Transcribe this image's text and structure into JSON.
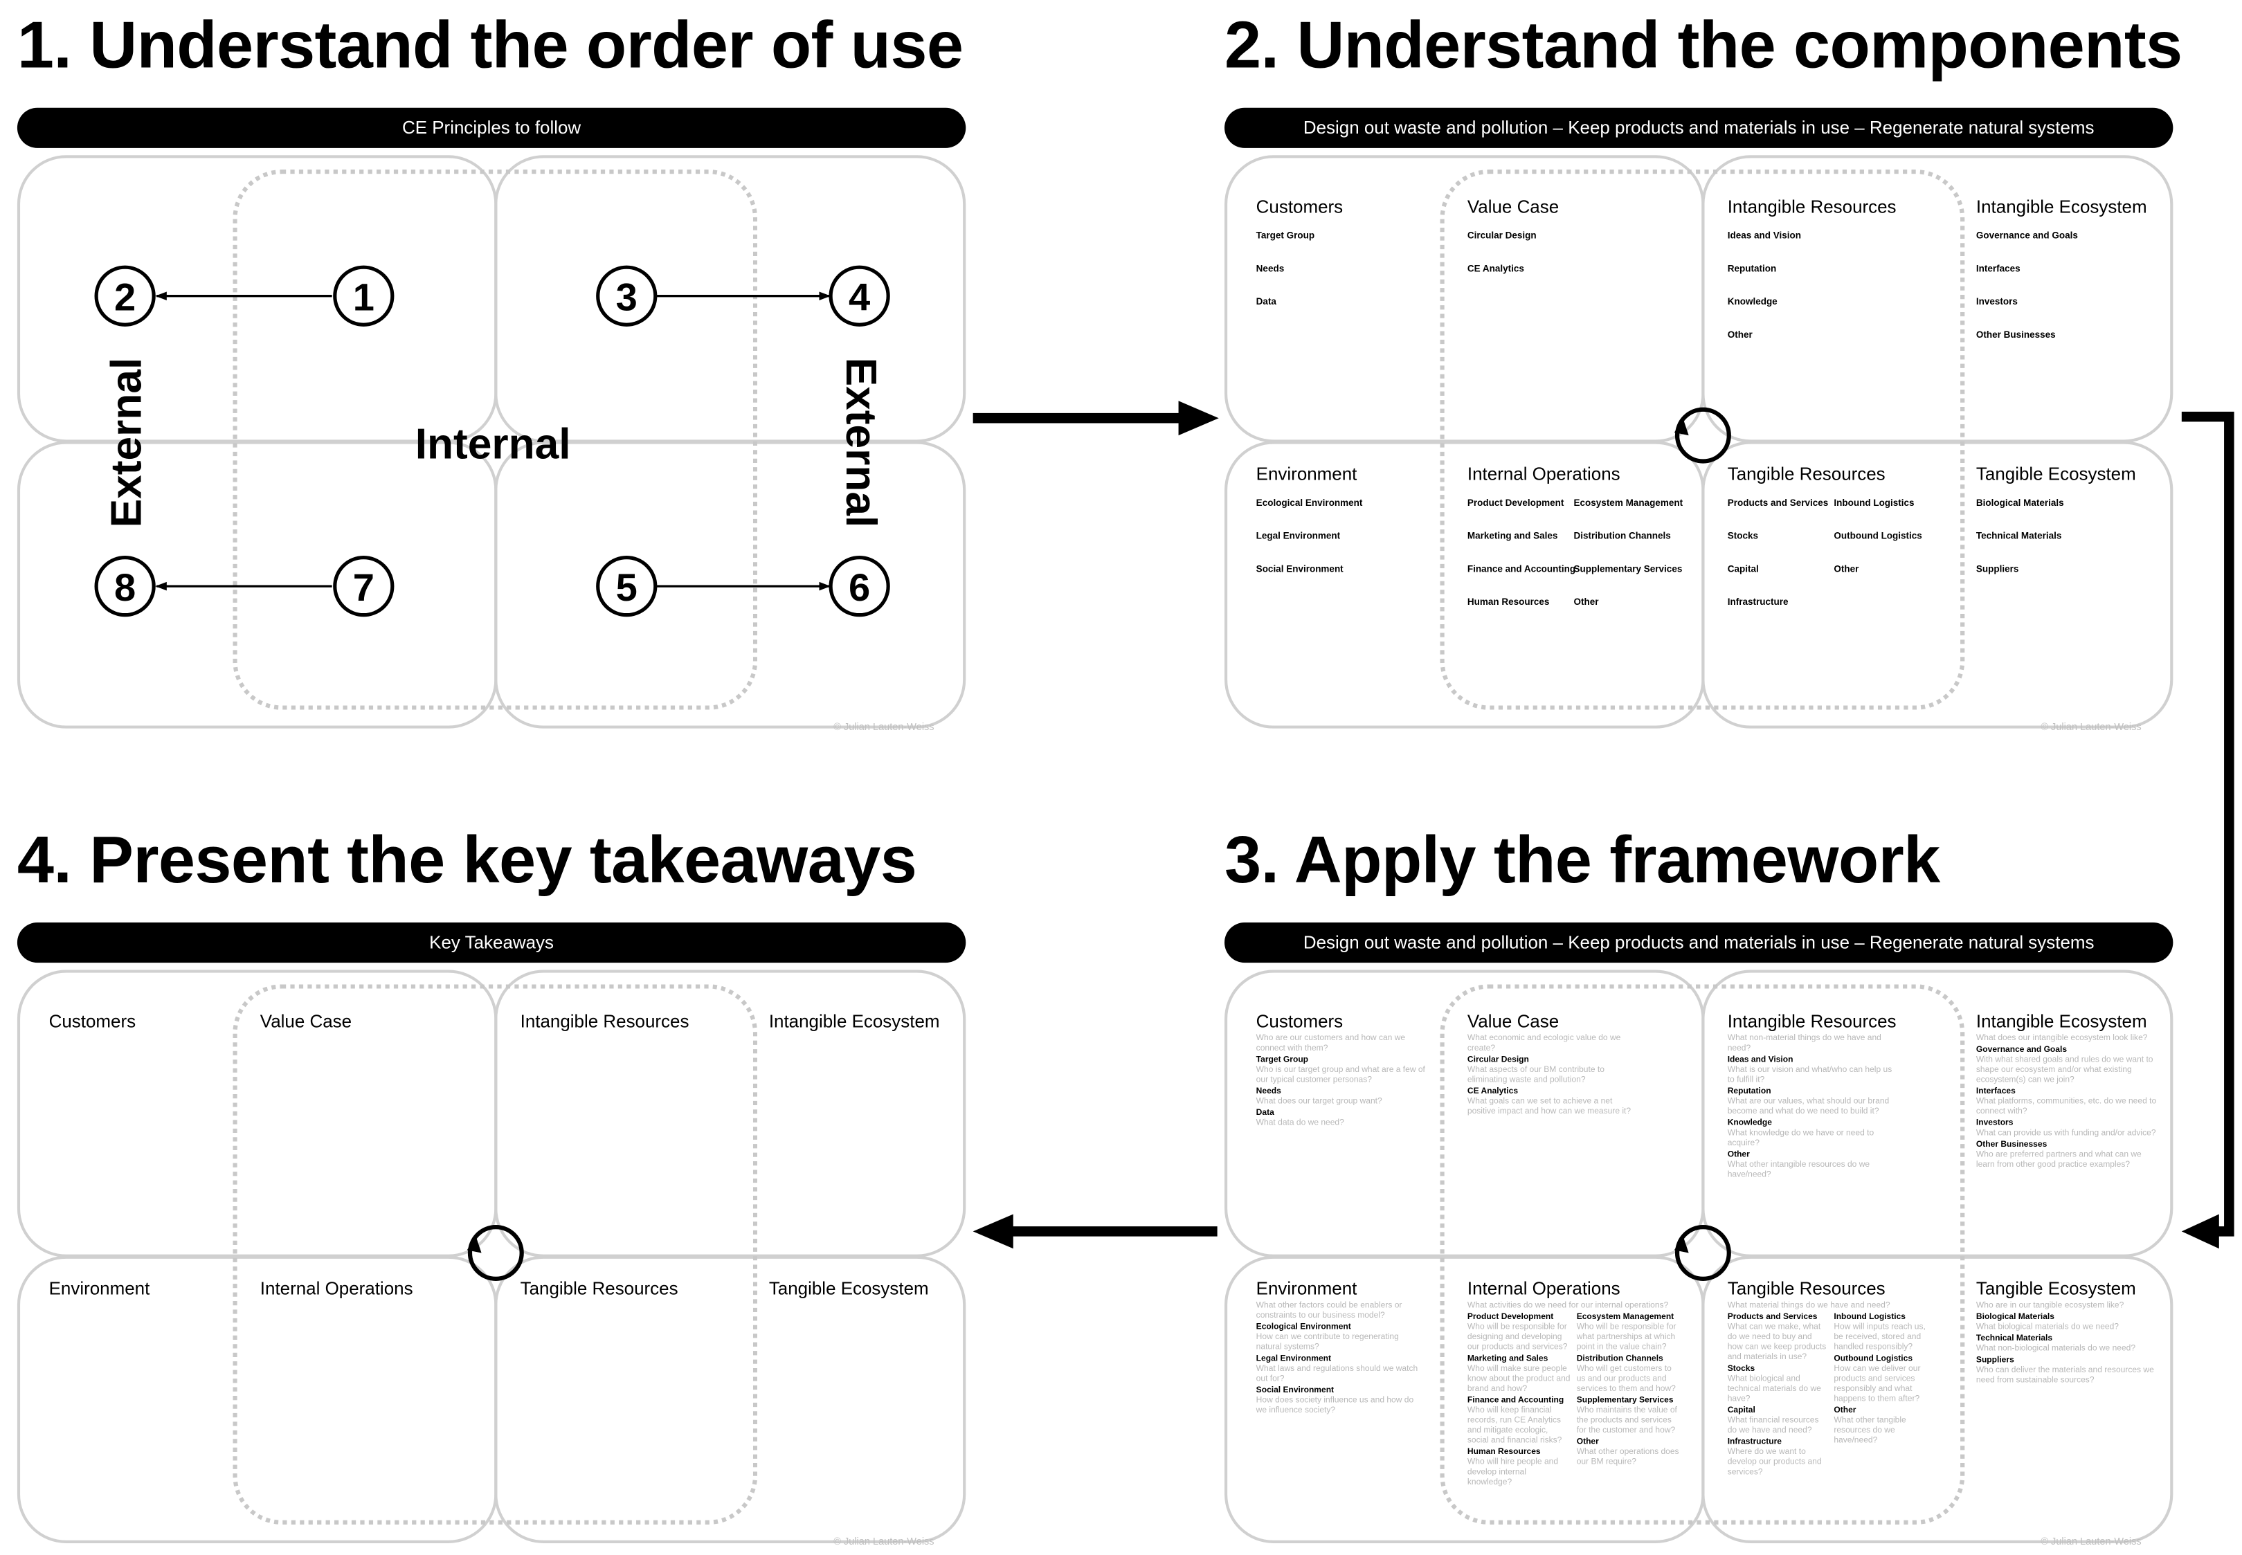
{
  "steps": {
    "s1": "1. Understand the order of use",
    "s2": "2. Understand the components",
    "s3": "3. Apply the framework",
    "s4": "4. Present the key takeaways"
  },
  "bars": {
    "p1": "CE Principles to follow",
    "p2": "Design out waste and pollution – Keep products and materials in use – Regenerate natural systems",
    "p3": "Design out waste and pollution – Keep products and materials in use – Regenerate natural systems",
    "p4": "Key Takeaways"
  },
  "order": {
    "nodes": [
      "1",
      "2",
      "3",
      "4",
      "5",
      "6",
      "7",
      "8"
    ],
    "external_left": "External",
    "external_right": "External",
    "internal": "Internal"
  },
  "copyright": "© Julian Lauten-Weiss",
  "components": {
    "customers": {
      "title": "Customers",
      "items": [
        "Target Group",
        "Needs",
        "Data"
      ]
    },
    "value_case": {
      "title": "Value Case",
      "items": [
        "Circular Design",
        "CE Analytics"
      ]
    },
    "intangible_resources": {
      "title": "Intangible Resources",
      "items": [
        "Ideas and Vision",
        "Reputation",
        "Knowledge",
        "Other"
      ]
    },
    "intangible_ecosystem": {
      "title": "Intangible Ecosystem",
      "items": [
        "Governance and Goals",
        "Interfaces",
        "Investors",
        "Other Businesses"
      ]
    },
    "environment": {
      "title": "Environment",
      "items": [
        "Ecological Environment",
        "Legal Environment",
        "Social Environment"
      ]
    },
    "internal_operations": {
      "title": "Internal Operations",
      "col1": [
        "Product Development",
        "Marketing and Sales",
        "Finance and Accounting",
        "Human Resources"
      ],
      "col2": [
        "Ecosystem Management",
        "Distribution Channels",
        "Supplementary Services",
        "Other"
      ]
    },
    "tangible_resources": {
      "title": "Tangible Resources",
      "col1": [
        "Products and Services",
        "Stocks",
        "Capital",
        "Infrastructure"
      ],
      "col2": [
        "Inbound Logistics",
        "Outbound Logistics",
        "Other"
      ]
    },
    "tangible_ecosystem": {
      "title": "Tangible Ecosystem",
      "items": [
        "Biological Materials",
        "Technical Materials",
        "Suppliers"
      ]
    }
  },
  "framework": {
    "customers": {
      "title": "Customers",
      "q": "Who are our customers and how can we connect with them?",
      "items": [
        {
          "n": "Target Group",
          "q": "Who is our target group and what are a few of our typical customer personas?"
        },
        {
          "n": "Needs",
          "q": "What does our target group want?"
        },
        {
          "n": "Data",
          "q": "What data do we need?"
        }
      ]
    },
    "value_case": {
      "title": "Value Case",
      "q": "What economic and ecologic value do we create?",
      "items": [
        {
          "n": "Circular Design",
          "q": "What aspects of our BM contribute to eliminating waste and pollution?"
        },
        {
          "n": "CE Analytics",
          "q": "What goals can we set to achieve a net positive impact and how can we measure it?"
        }
      ]
    },
    "intangible_resources": {
      "title": "Intangible Resources",
      "q": "What non-material things do we have and need?",
      "items": [
        {
          "n": "Ideas and Vision",
          "q": "What is our vision and what/who can help us to fulfill it?"
        },
        {
          "n": "Reputation",
          "q": "What are our values, what should our brand become and what do we need to build it?"
        },
        {
          "n": "Knowledge",
          "q": "What knowledge do we have or need to acquire?"
        },
        {
          "n": "Other",
          "q": "What other intangible resources do we have/need?"
        }
      ]
    },
    "intangible_ecosystem": {
      "title": "Intangible Ecosystem",
      "q": "What does our intangible ecosystem look like?",
      "items": [
        {
          "n": "Governance and Goals",
          "q": "With what shared goals and rules do we want to shape our ecosystem and/or what existing ecosystem(s) can we join?"
        },
        {
          "n": "Interfaces",
          "q": "What platforms, communities, etc. do we need to connect with?"
        },
        {
          "n": "Investors",
          "q": "What can provide us with funding and/or advice?"
        },
        {
          "n": "Other Businesses",
          "q": "Who are preferred partners and what can we learn from other good practice examples?"
        }
      ]
    },
    "environment": {
      "title": "Environment",
      "q": "What other factors could be enablers or constraints to our business model?",
      "items": [
        {
          "n": "Ecological Environment",
          "q": "How can we contribute to regenerating natural systems?"
        },
        {
          "n": "Legal Environment",
          "q": "What laws and regulations should we watch out for?"
        },
        {
          "n": "Social Environment",
          "q": "How does society influence us and how do we influence society?"
        }
      ]
    },
    "internal_operations": {
      "title": "Internal Operations",
      "q": "What activities do we need for our internal operations?",
      "col1": [
        {
          "n": "Product Development",
          "q": "Who will be responsible for designing and developing our products and services?"
        },
        {
          "n": "Marketing and Sales",
          "q": "Who will make sure people know about the product and brand and how?"
        },
        {
          "n": "Finance and Accounting",
          "q": "Who will keep financial records, run CE Analytics and mitigate ecologic, social and financial risks?"
        },
        {
          "n": "Human Resources",
          "q": "Who will hire people and develop internal knowledge?"
        }
      ],
      "col2": [
        {
          "n": "Ecosystem Management",
          "q": "Who will be responsible for what partnerships at which point in the value chain?"
        },
        {
          "n": "Distribution Channels",
          "q": "Who will get customers to us and our products and services to them and how?"
        },
        {
          "n": "Supplementary Services",
          "q": "Who maintains the value of the products and services for the customer and how?"
        },
        {
          "n": "Other",
          "q": "What other operations does our BM require?"
        }
      ]
    },
    "tangible_resources": {
      "title": "Tangible Resources",
      "q": "What material things do we have and need?",
      "col1": [
        {
          "n": "Products and Services",
          "q": "What can we make, what do we need to buy and how can we keep products and materials in use?"
        },
        {
          "n": "Stocks",
          "q": "What biological and technical materials do we have?"
        },
        {
          "n": "Capital",
          "q": "What financial resources do we have and need?"
        },
        {
          "n": "Infrastructure",
          "q": "Where do we want to develop our products and services?"
        }
      ],
      "col2": [
        {
          "n": "Inbound Logistics",
          "q": "How will inputs reach us, be received, stored and handled responsibly?"
        },
        {
          "n": "Outbound Logistics",
          "q": "How can we deliver our products and services responsibly and what happens to them after?"
        },
        {
          "n": "Other",
          "q": "What other tangible resources do we have/need?"
        }
      ]
    },
    "tangible_ecosystem": {
      "title": "Tangible Ecosystem",
      "q": "Who are in our tangible ecosystem like?",
      "items": [
        {
          "n": "Biological Materials",
          "q": "What biological materials do we need?"
        },
        {
          "n": "Technical Materials",
          "q": "What non-biological materials do we need?"
        },
        {
          "n": "Suppliers",
          "q": "Who can deliver the materials and resources we need from sustainable sources?"
        }
      ]
    }
  },
  "takeaways": {
    "customers": "Customers",
    "value_case": "Value Case",
    "intangible_resources": "Intangible Resources",
    "intangible_ecosystem": "Intangible Ecosystem",
    "environment": "Environment",
    "internal_operations": "Internal Operations",
    "tangible_resources": "Tangible Resources",
    "tangible_ecosystem": "Tangible Ecosystem"
  }
}
